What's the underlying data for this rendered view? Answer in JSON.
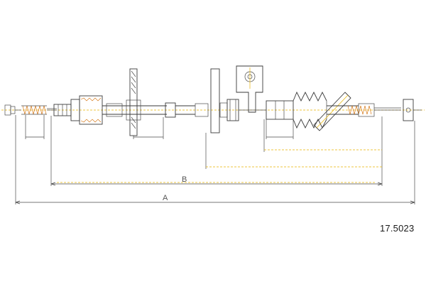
{
  "part_number": "17.5023",
  "dimensions": {
    "a_label": "A",
    "b_label": "B"
  },
  "colors": {
    "outline": "#4a4a4a",
    "centerline": "#e8b400",
    "spring": "#d06a00",
    "text": "#1a1a1a"
  }
}
